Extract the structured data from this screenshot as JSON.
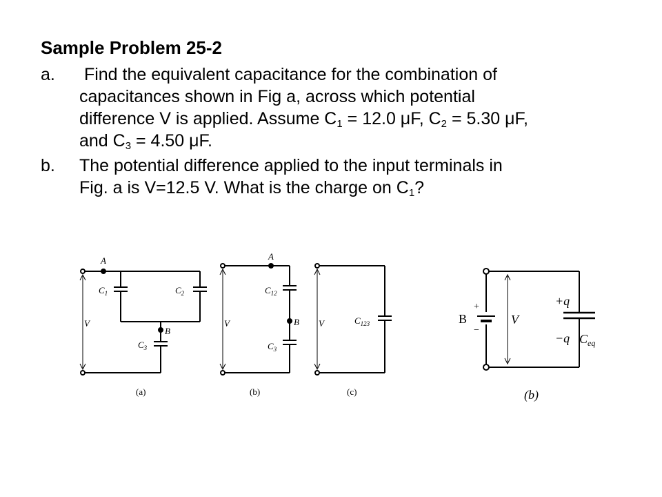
{
  "title": "Sample Problem 25-2",
  "part_a": {
    "marker": "a.",
    "line1": "Find the equivalent capacitance for the combination of",
    "line2": "capacitances shown in Fig a, across which potential",
    "line3_pre": "difference V is applied. Assume C",
    "c1_sub": "1",
    "c1_val": " = 12.0 μF, C",
    "c2_sub": "2",
    "c2_val": " = 5.30 μF,",
    "line4_pre": "and C",
    "c3_sub": "3",
    "c3_val": " = 4.50 μF."
  },
  "part_b": {
    "marker": "b.",
    "line1": "The potential difference applied to the input terminals in",
    "line2_pre": "Fig. a is V=12.5 V. What is the charge on C",
    "c1_sub": "1",
    "line2_end": "?"
  },
  "figures": {
    "label_A": "A",
    "label_B": "B",
    "label_V": "V",
    "label_C1": "C",
    "sub_1": "1",
    "label_C2": "C",
    "sub_2": "2",
    "label_C3": "C",
    "sub_3": "3",
    "label_C12": "C",
    "sub_12": "12",
    "label_C123": "C",
    "sub_123": "123",
    "caption_a": "(a)",
    "caption_b": "(b)",
    "caption_c": "(c)",
    "battery_label": "B",
    "plus_sign": "+",
    "minus_sign": "−",
    "charge_pos": "+q",
    "charge_neg": "−q",
    "label_Ceq": "C",
    "sub_eq": "eq",
    "caption_b2": "(b)"
  }
}
